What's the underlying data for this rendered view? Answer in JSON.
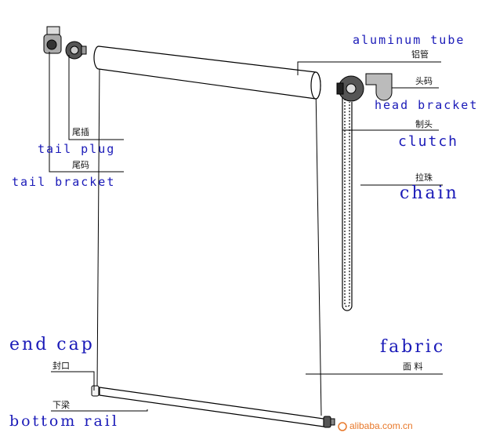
{
  "labels": {
    "aluminum_tube_en": "aluminum tube",
    "aluminum_tube_zh": "铝管",
    "head_bracket_zh": "头码",
    "head_bracket_en": "head bracket",
    "clutch_zh": "制头",
    "clutch_en": "clutch",
    "chain_zh": "拉珠",
    "chain_en": "chain",
    "tail_plug_zh": "尾插",
    "tail_plug_en": "tail plug",
    "tail_bracket_zh": "尾码",
    "tail_bracket_en": "tail bracket",
    "end_cap_en": "end cap",
    "end_cap_zh": "封口",
    "fabric_en": "fabric",
    "fabric_zh": "面 料",
    "bottom_rail_zh": "下梁",
    "bottom_rail_en": "bottom rail"
  },
  "watermark": "alibaba.com.cn",
  "colors": {
    "label_en": "#1a1ab8",
    "label_zh": "#111111",
    "line": "#000000",
    "watermark": "#e8782a"
  }
}
